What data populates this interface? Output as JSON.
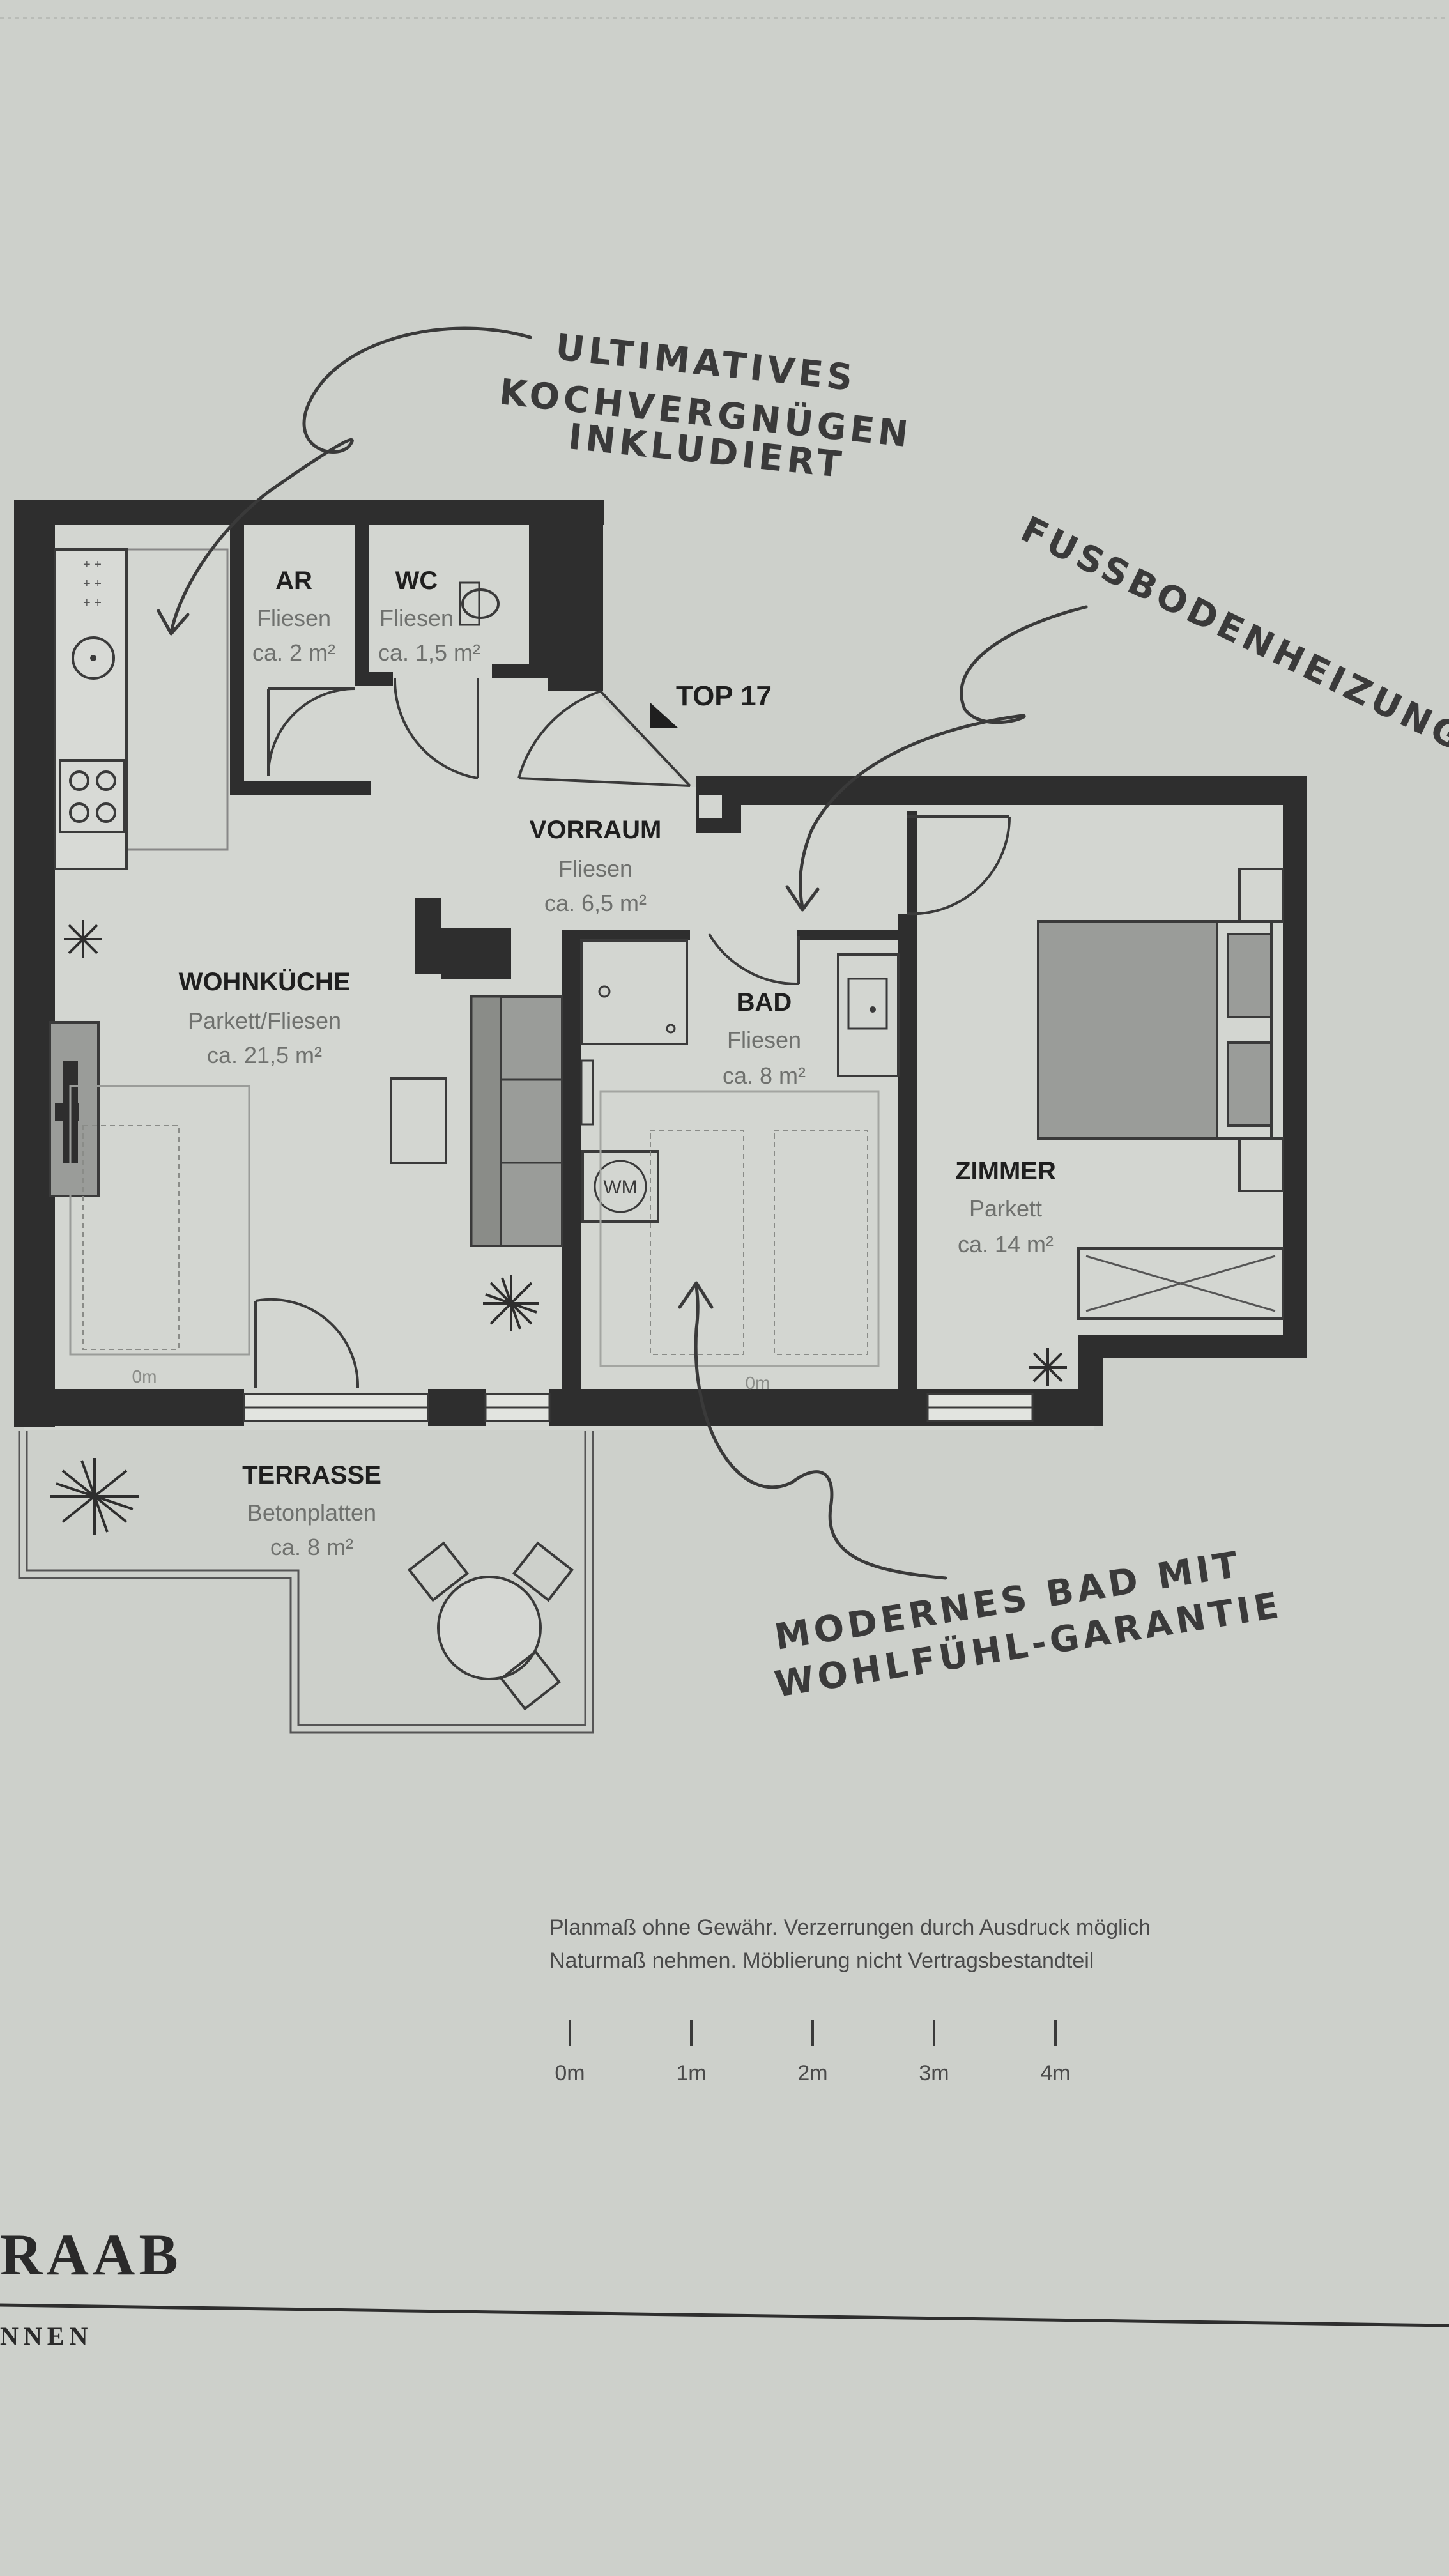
{
  "unit": "TOP 17",
  "rooms": {
    "ar": {
      "name": "AR",
      "floor": "Fliesen",
      "area": "ca. 2 m²"
    },
    "wc": {
      "name": "WC",
      "floor": "Fliesen",
      "area": "ca. 1,5 m²"
    },
    "vorraum": {
      "name": "VORRAUM",
      "floor": "Fliesen",
      "area": "ca. 6,5 m²"
    },
    "wohnkueche": {
      "name": "WOHNKÜCHE",
      "floor": "Parkett/Fliesen",
      "area": "ca. 21,5 m²"
    },
    "bad": {
      "name": "BAD",
      "floor": "Fliesen",
      "area": "ca. 8 m²"
    },
    "zimmer": {
      "name": "ZIMMER",
      "floor": "Parkett",
      "area": "ca. 14 m²"
    },
    "terrasse": {
      "name": "TERRASSE",
      "floor": "Betonplatten",
      "area": "ca. 8 m²"
    }
  },
  "annotations": {
    "kitchen": [
      "ULTIMATIVES",
      "KOCHVERGNÜGEN",
      "INKLUDIERT"
    ],
    "heating": "FUSSBODENHEIZUNG",
    "bath": [
      "MODERNES BAD MIT",
      "WOHLFÜHL-GARANTIE"
    ]
  },
  "washer_label": "WM",
  "height_marks": [
    "0m",
    "0m"
  ],
  "disclaimer": [
    "Planmaß ohne Gewähr. Verzerrungen durch Ausdruck möglich",
    "Naturmaß nehmen. Möblierung nicht Vertragsbestandteil"
  ],
  "scale": [
    "0m",
    "1m",
    "2m",
    "3m",
    "4m"
  ],
  "brand": {
    "name": "RAAB",
    "sub": "NNEN"
  }
}
